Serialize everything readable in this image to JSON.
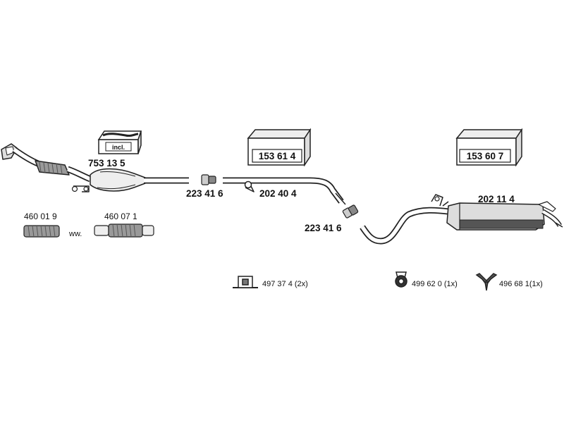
{
  "parts": {
    "catalytic_converter": "753 13 5",
    "catalytic_incl": "incl.",
    "box_middle": "153 61 4",
    "box_right": "153 60 7",
    "clamp_left": "223 41 6",
    "clamp_right": "223 41 6",
    "middle_pipe": "202 40 4",
    "rear_silencer": "202 11 4",
    "flex_pipe_a": "460 01 9",
    "flex_pipe_b": "460 07 1",
    "alt_separator": "ww.",
    "mount_bracket": "497 37 4 (2x)",
    "rubber_ring": "499 62 0 (1x)",
    "hanger_y": "496 68 1(1x)"
  },
  "colors": {
    "line": "#222222",
    "fill_gray": "#b8b8b8",
    "fill_dark": "#555555"
  }
}
